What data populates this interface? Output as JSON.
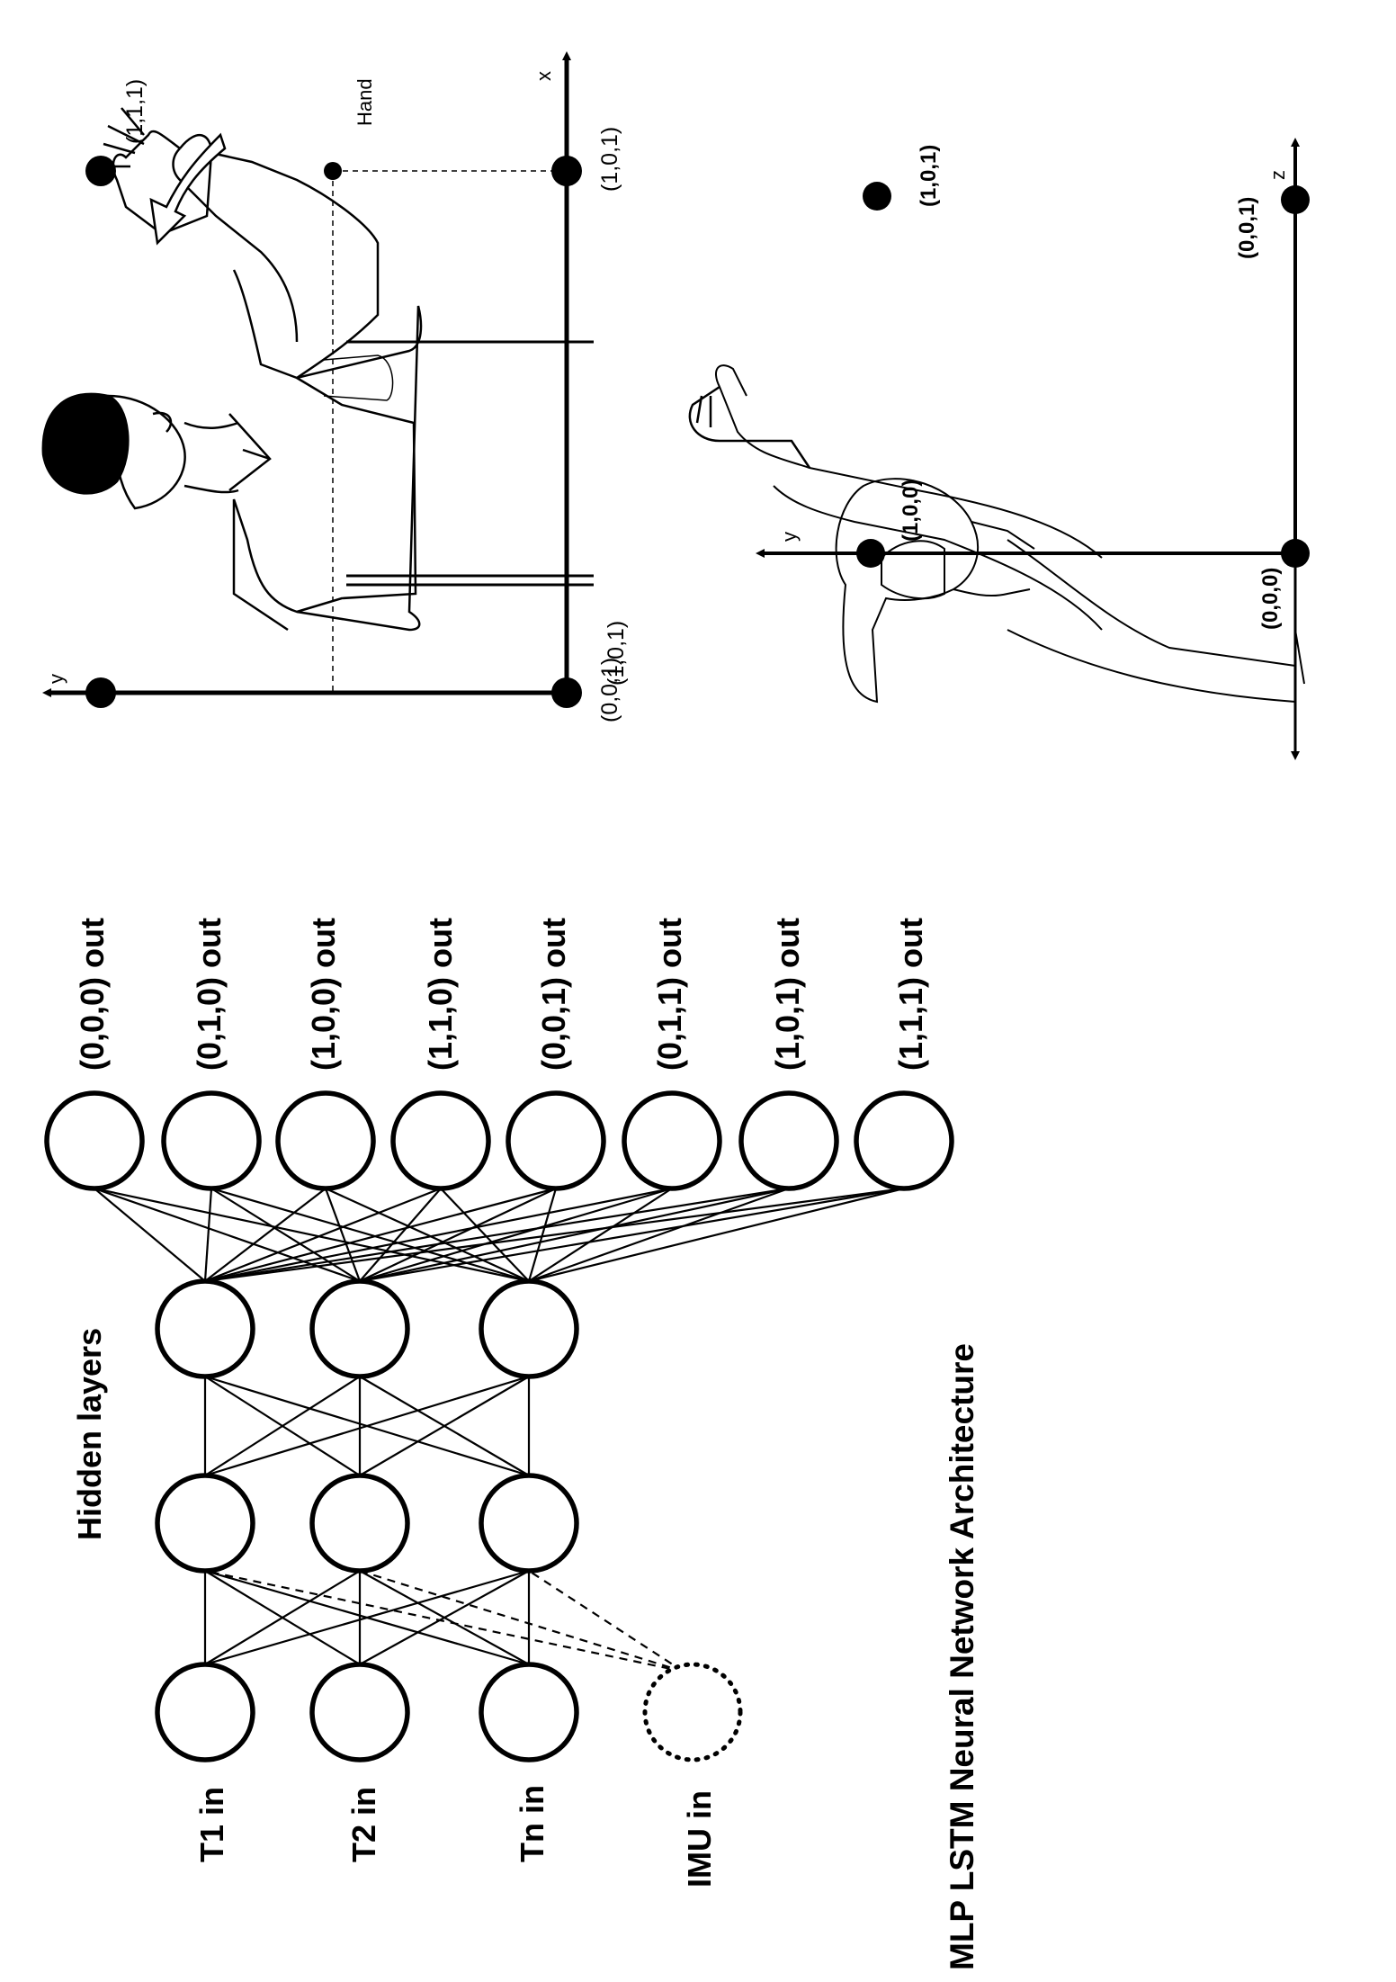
{
  "network": {
    "title": "MLP LSTM Neural Network Architecture",
    "hidden_label": "Hidden layers",
    "inputs": [
      "T1 in",
      "T2 in",
      "Tn in",
      "IMU in"
    ],
    "outputs": [
      "(0,0,0) out",
      "(0,1,0) out",
      "(1,0,0) out",
      "(1,1,0) out",
      "(0,0,1) out",
      "(0,1,1) out",
      "(1,0,1) out",
      "(1,1,1) out"
    ]
  },
  "front_view": {
    "hand_label": "Hand",
    "axis_x": "x",
    "axis_y": "y",
    "points": [
      "(1,0,1)",
      "(0,0,1)",
      "(1,0,1)",
      "(1,1,1)"
    ]
  },
  "side_view": {
    "axis_y": "y",
    "axis_z": "z",
    "points": [
      "(1,0,0)",
      "(0,0,0)",
      "(0,0,1)",
      "(1,0,1)"
    ]
  }
}
